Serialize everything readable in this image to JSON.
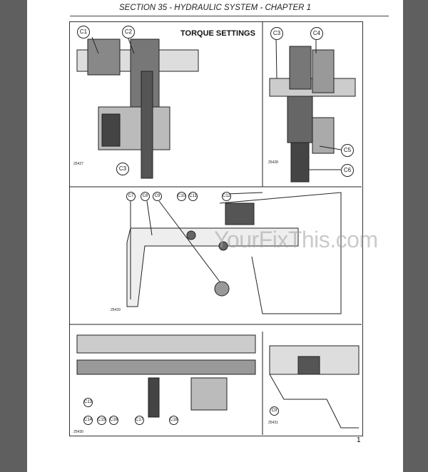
{
  "header": {
    "section": "SECTION 35 - HYDRAULIC SYSTEM - CHAPTER 1"
  },
  "figure": {
    "title": "TORQUE SETTINGS",
    "callouts_top_left": [
      "C1",
      "C2",
      "C3"
    ],
    "callouts_top_right": [
      "C3",
      "C4",
      "C5",
      "C6"
    ],
    "callouts_middle": [
      "C7",
      "C8",
      "C9",
      "C10",
      "C11",
      "C12"
    ],
    "callouts_bottom_left": [
      "C13",
      "C14",
      "C15",
      "C16",
      "C17",
      "C18"
    ],
    "callouts_bottom_right": [
      "C9"
    ],
    "figure_numbers": [
      "25427",
      "25428",
      "25429",
      "25430",
      "25431"
    ]
  },
  "watermark": "YourFixThis.com",
  "page_number": "1"
}
